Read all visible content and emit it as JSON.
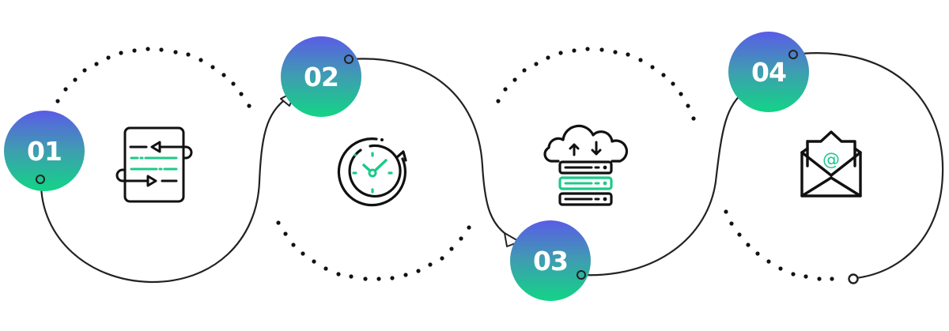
{
  "diagram": {
    "type": "process-flow",
    "colors": {
      "gradient_top": "#5a5ce6",
      "gradient_mid": "#3e9eb0",
      "gradient_bottom": "#12d486",
      "accent_green": "#1ec98a",
      "line": "#222222",
      "dots": "#111111"
    },
    "steps": [
      {
        "number": "01",
        "icon": "document-exchange-icon"
      },
      {
        "number": "02",
        "icon": "clock-refresh-icon"
      },
      {
        "number": "03",
        "icon": "cloud-server-sync-icon"
      },
      {
        "number": "04",
        "icon": "email-open-at-icon"
      }
    ]
  }
}
